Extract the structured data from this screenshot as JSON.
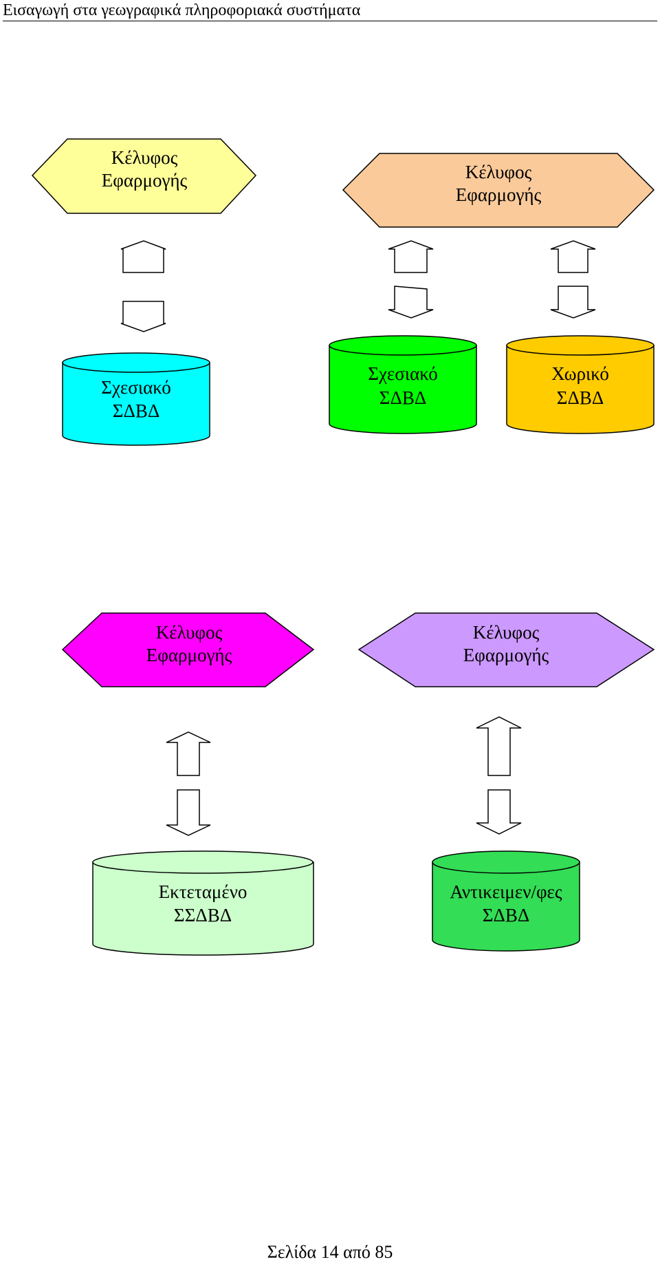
{
  "header": {
    "title": "Εισαγωγή στα γεωγραφικά πληροφοριακά συστήματα"
  },
  "diagram": {
    "shells": [
      {
        "lines": [
          "Κέλυφος",
          "Εφαρμογής"
        ],
        "color": "#FFFF99"
      },
      {
        "lines": [
          "Κέλυφος",
          "Εφαρμογής"
        ],
        "color": "#FACA9A"
      },
      {
        "lines": [
          "Κέλυφος",
          "Εφαρμογής"
        ],
        "color": "#FF00FF"
      },
      {
        "lines": [
          "Κέλυφος",
          "Εφαρμογής"
        ],
        "color": "#CC99FF"
      }
    ],
    "databases": [
      {
        "lines": [
          "Σχεσιακό",
          "ΣΔΒΔ"
        ],
        "color": "#00FFFF"
      },
      {
        "lines": [
          "Σχεσιακό",
          "ΣΔΒΔ"
        ],
        "color": "#00FF00"
      },
      {
        "lines": [
          "Χωρικό",
          "ΣΔΒΔ"
        ],
        "color": "#FFCC00"
      },
      {
        "lines": [
          "Εκτεταμένο",
          "ΣΣΔΒΔ"
        ],
        "color": "#CCFFCC"
      },
      {
        "lines": [
          "Αντικειμεν/φες",
          "ΣΔΒΔ"
        ],
        "color": "#33DD55"
      }
    ]
  },
  "footer": {
    "page_label": "Σελίδα 14 από 85"
  }
}
